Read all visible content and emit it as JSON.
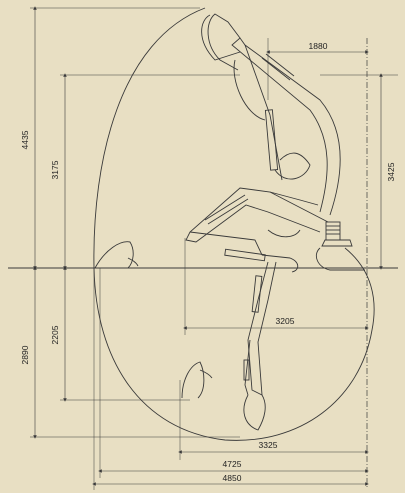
{
  "colors": {
    "background": "#e8dfc3",
    "line": "#3a3a3a",
    "text": "#222222"
  },
  "dimensions": {
    "max_dig_height": "4435",
    "max_dump_height": "3175",
    "max_dig_depth": "2890",
    "vertical_wall_depth": "2205",
    "reach_3425": "3425",
    "dim_1880": "1880",
    "dim_3205": "3205",
    "dim_3325": "3325",
    "dim_4725": "4725",
    "dim_4850": "4850"
  }
}
